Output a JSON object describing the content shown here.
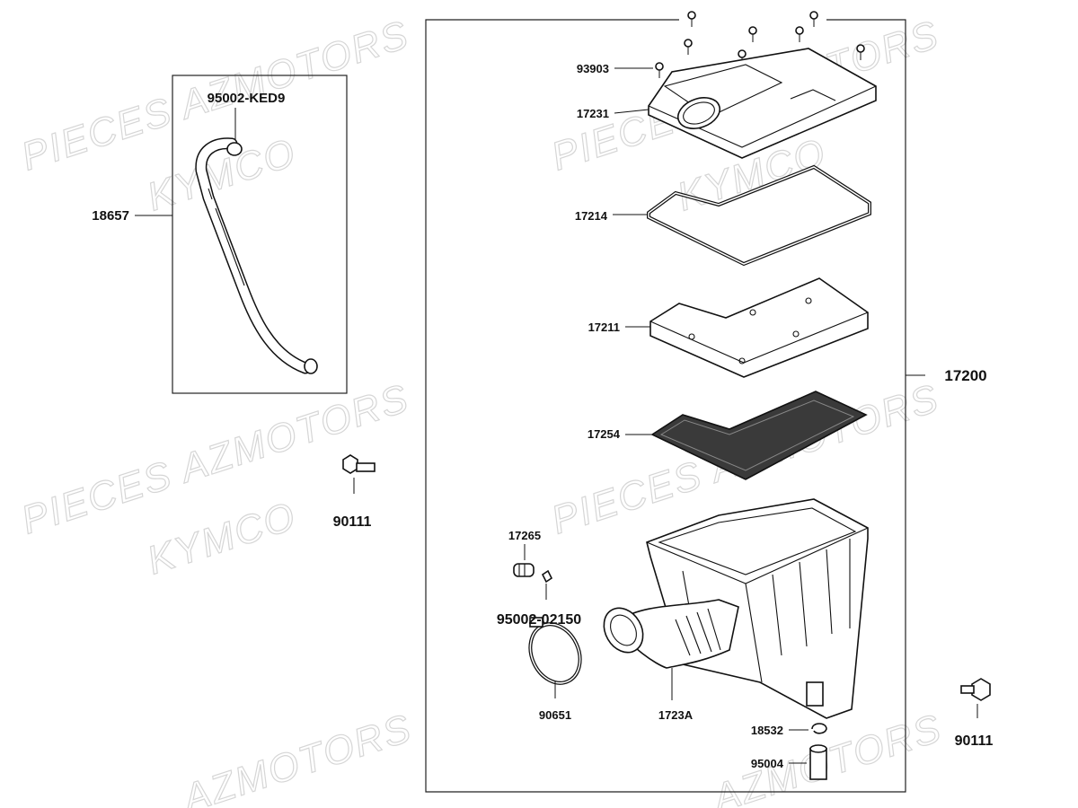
{
  "watermark": {
    "line1": "PIECES AZMOTORS",
    "line2": "KYMCO",
    "partial": "AZMOTORS"
  },
  "parts": {
    "p18657": "18657",
    "p95002_ked9": "95002-KED9",
    "p90111_left": "90111",
    "p93903": "93903",
    "p17231": "17231",
    "p17214": "17214",
    "p17211": "17211",
    "p17254": "17254",
    "p17200": "17200",
    "p17265": "17265",
    "p95002_02150": "95002-02150",
    "p90651": "90651",
    "p1723A": "1723A",
    "p18532": "18532",
    "p95004": "95004",
    "p90111_right": "90111"
  }
}
